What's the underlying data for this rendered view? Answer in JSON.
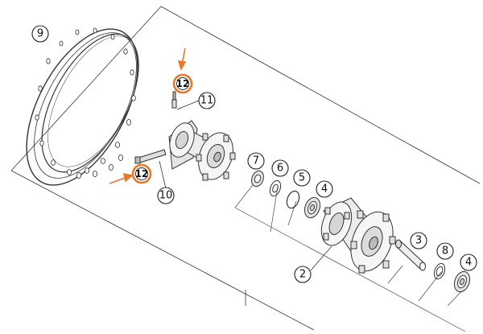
{
  "colors": {
    "line": "#333333",
    "light_line": "#9a9a9a",
    "highlight": "#e8782a",
    "background": "#ffffff",
    "part_fill": "#f2f2f2",
    "part_shade": "#d6d6d6"
  },
  "callouts": [
    {
      "id": "callout-9",
      "label": "9",
      "highlight": false
    },
    {
      "id": "callout-12-top",
      "label": "12",
      "highlight": true
    },
    {
      "id": "callout-11",
      "label": "11",
      "highlight": false
    },
    {
      "id": "callout-7",
      "label": "7",
      "highlight": false
    },
    {
      "id": "callout-6",
      "label": "6",
      "highlight": false
    },
    {
      "id": "callout-5",
      "label": "5",
      "highlight": false
    },
    {
      "id": "callout-4-upper",
      "label": "4",
      "highlight": false
    },
    {
      "id": "callout-12-bottom",
      "label": "12",
      "highlight": true
    },
    {
      "id": "callout-10",
      "label": "10",
      "highlight": false
    },
    {
      "id": "callout-3",
      "label": "3",
      "highlight": false
    },
    {
      "id": "callout-8",
      "label": "8",
      "highlight": false
    },
    {
      "id": "callout-4-lower",
      "label": "4",
      "highlight": false
    },
    {
      "id": "callout-2",
      "label": "2",
      "highlight": false
    }
  ]
}
